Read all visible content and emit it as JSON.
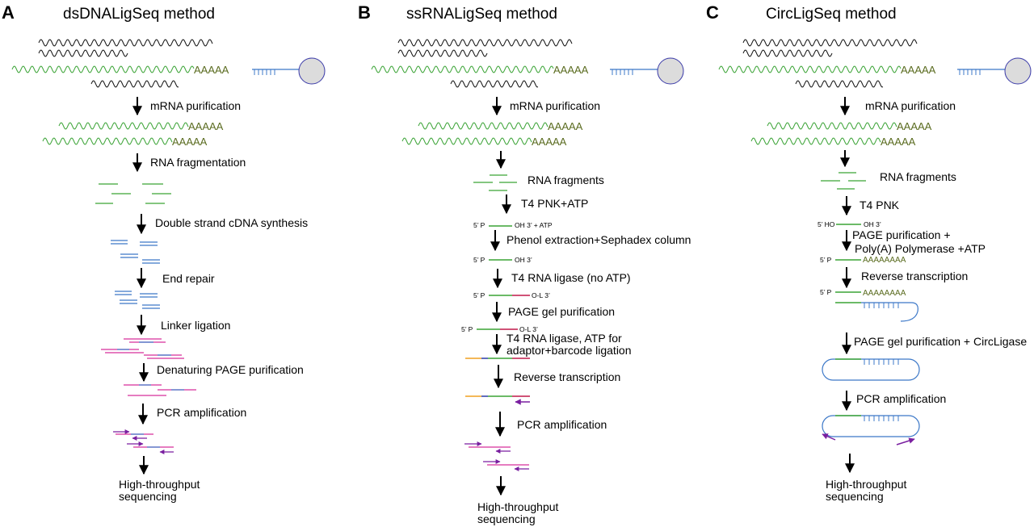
{
  "colors": {
    "mrna": "#3aa335",
    "polya": "#5a6b1f",
    "rna_black": "#111111",
    "cdna": "#3c78c8",
    "linker": "#d62e9a",
    "ligated": "#c0184a",
    "adaptor": "#f0a020",
    "barcode": "#2a3aa8",
    "primer": "#7a1fa0",
    "bead_fill": "#dcdcdc",
    "bead_stroke": "#3a3aa8"
  },
  "panels": {
    "A": {
      "letter": "A",
      "title": "dsDNALigSeq method",
      "polya": "AAAAA",
      "steps": [
        "mRNA purification",
        "RNA fragmentation",
        "Double strand cDNA synthesis",
        "End repair",
        "Linker ligation",
        "Denaturing PAGE purification",
        "PCR amplification"
      ],
      "final": [
        "High-throughput",
        "sequencing"
      ]
    },
    "B": {
      "letter": "B",
      "title": "ssRNALigSeq method",
      "polya": "AAAAA",
      "steps": {
        "s1": "mRNA purification",
        "s2": "RNA fragments",
        "s3": "T4 PNK+ATP",
        "s4": "Phenol extraction+Sephadex column",
        "s5": "T4 RNA ligase (no ATP)",
        "s6": "PAGE gel purification",
        "s7a": "T4 RNA ligase, ATP for",
        "s7b": "adaptor+barcode ligation",
        "s8": "Reverse transcription",
        "s9": "PCR amplification"
      },
      "labels": {
        "p5": "5’ P",
        "oh3_atp": "OH 3’ + ATP",
        "oh3": "OH 3’",
        "ol3": "O-L 3’"
      },
      "final": [
        "High-throughput",
        "sequencing"
      ]
    },
    "C": {
      "letter": "C",
      "title": "CircLigSeq method",
      "polya": "AAAAA",
      "steps": {
        "s1": "mRNA purification",
        "s2": "RNA fragments",
        "s3": "T4 PNK",
        "s4a": "PAGE purification +",
        "s4b": "Poly(A) Polymerase +ATP",
        "s5": "Reverse transcription",
        "s6": "PAGE gel purification + CircLigase",
        "s7": "PCR amplification"
      },
      "labels": {
        "ho5": "5’ HO",
        "oh3": "OH 3’",
        "p5": "5’ P",
        "polya_tail": "AAAAAAAA"
      },
      "final": [
        "High-throughput",
        "sequencing"
      ]
    }
  }
}
